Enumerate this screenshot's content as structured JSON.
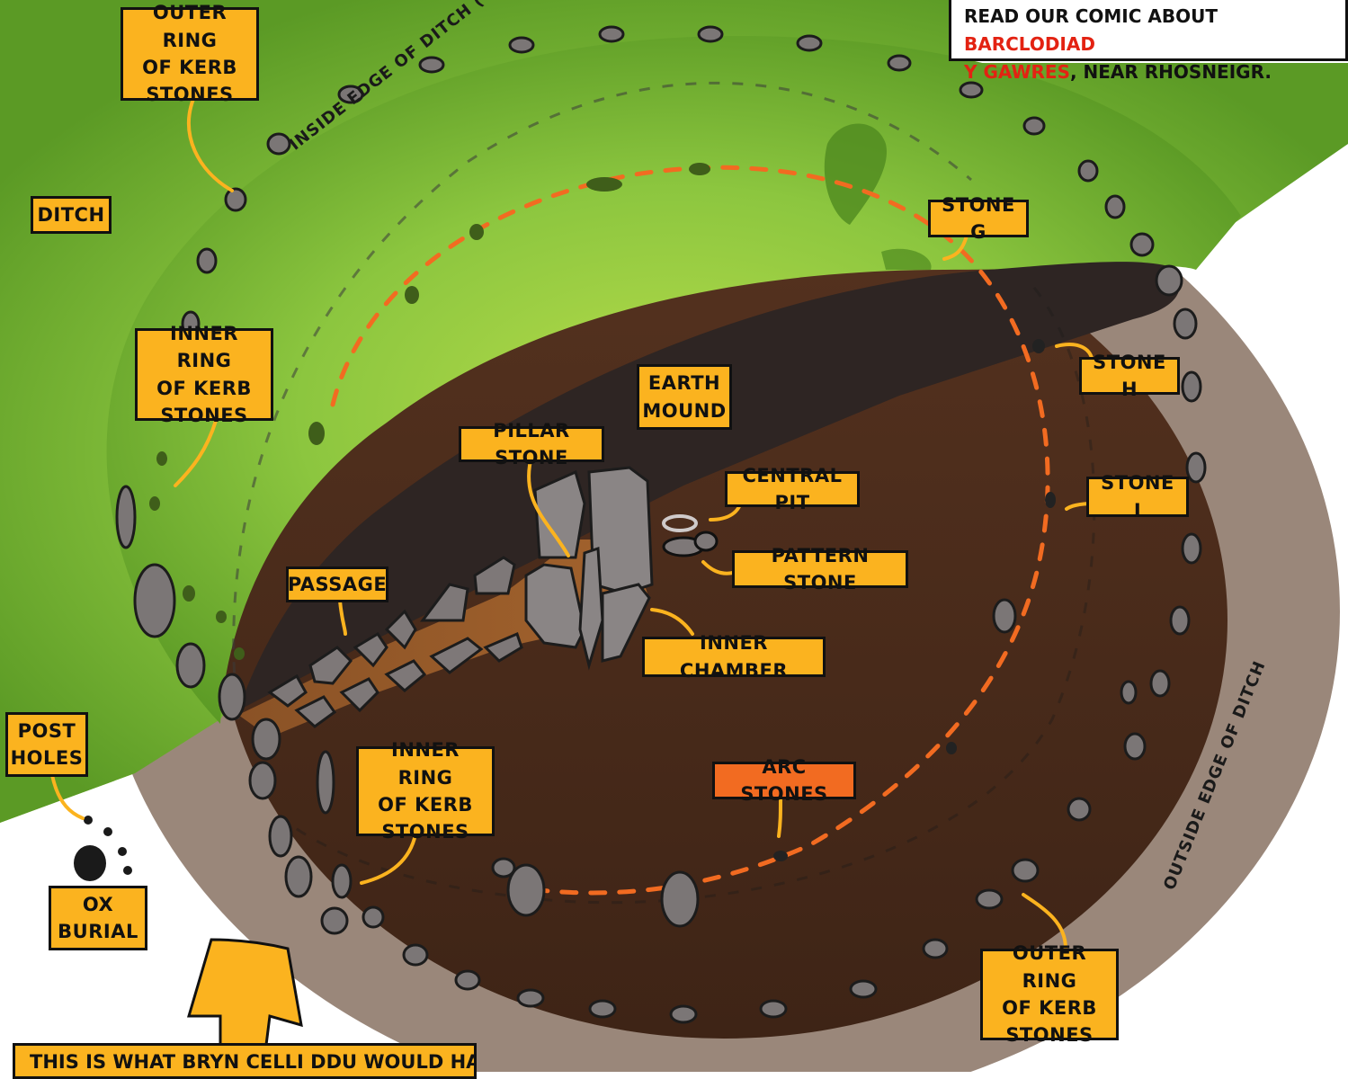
{
  "comic_note": {
    "line1_prefix": "READ OUR COMIC ABOUT ",
    "link_part1": "BARCLODIAD",
    "link_part2": "Y GAWRES",
    "line2_suffix": ", NEAR RHOSNEIGR.",
    "link_color": "#e32212"
  },
  "labels": {
    "outer_ring_top": "OUTER RING\nOF KERB\nSTONES",
    "ditch": "DITCH",
    "inner_ring_left": "INNER RING\nOF KERB\nSTONES",
    "earth_mound": "EARTH\nMOUND",
    "pillar_stone": "PILLAR STONE",
    "central_pit": "CENTRAL PIT",
    "pattern_stone": "PATTERN STONE",
    "passage": "PASSAGE",
    "inner_chamber": "INNER CHAMBER",
    "stone_g": "STONE G",
    "stone_h": "STONE H",
    "stone_i": "STONE I",
    "post_holes": "POST\nHOLES",
    "ox_burial": "OX\nBURIAL",
    "inner_ring_bottom": "INNER RING\nOF KERB\nSTONES",
    "arc_stones": "ARC STONES",
    "outer_ring_bottom": "OUTER RING\nOF KERB\nSTONES"
  },
  "rotated_text": {
    "inside_ditch": "INSIDE EDGE OF DITCH (UNDER THE MOUND)",
    "outside_ditch": "OUTSIDE EDGE OF DITCH"
  },
  "caption": "THIS IS WHAT BRYN CELLI DDU WOULD HAVE",
  "colors": {
    "grass": "#8cc63f",
    "grass_dark": "#4f8a1f",
    "earth": "#4a2c1c",
    "mound_dark": "#2e2523",
    "ditch_ring": "#9a877a",
    "label_yellow": "#fbb31f",
    "label_orange": "#f26b21",
    "arc_dash": "#f26b21"
  }
}
